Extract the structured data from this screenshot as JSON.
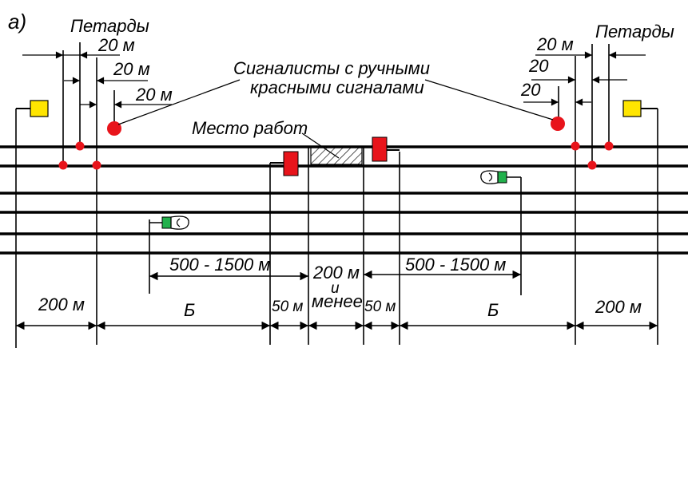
{
  "figure_label": "а)",
  "labels": {
    "petardy_left": "Петарды",
    "petardy_right": "Петарды",
    "signalmen_line1": "Сигналисты с ручными",
    "signalmen_line2": "красными сигналами",
    "work_site": "Место работ"
  },
  "petard_spacing": {
    "left": [
      "20 м",
      "20 м",
      "20 м"
    ],
    "right": [
      "20 м",
      "20",
      "20"
    ]
  },
  "spans": {
    "approach_left": "500 - 1500 м",
    "approach_right": "500 - 1500 м",
    "work_zone_line1": "200 м",
    "work_zone_line2": "и",
    "work_zone_line3": "менее"
  },
  "bottom_dims": {
    "left_200": "200 м",
    "left_b": "Б",
    "left_50": "50 м",
    "right_50": "50 м",
    "right_b": "Б",
    "right_200": "200 м"
  },
  "colors": {
    "track": "#000000",
    "petard": "#e8141b",
    "stop_signal": "#e8141b",
    "signal_plate": "#ffe500",
    "hatch": "#000000",
    "green_lamp": "#22b14c"
  },
  "icons": [
    "yellow-signal-plate-icon",
    "red-stop-signal-icon",
    "petard-icon",
    "signalman-icon",
    "green-lamp-icon"
  ]
}
